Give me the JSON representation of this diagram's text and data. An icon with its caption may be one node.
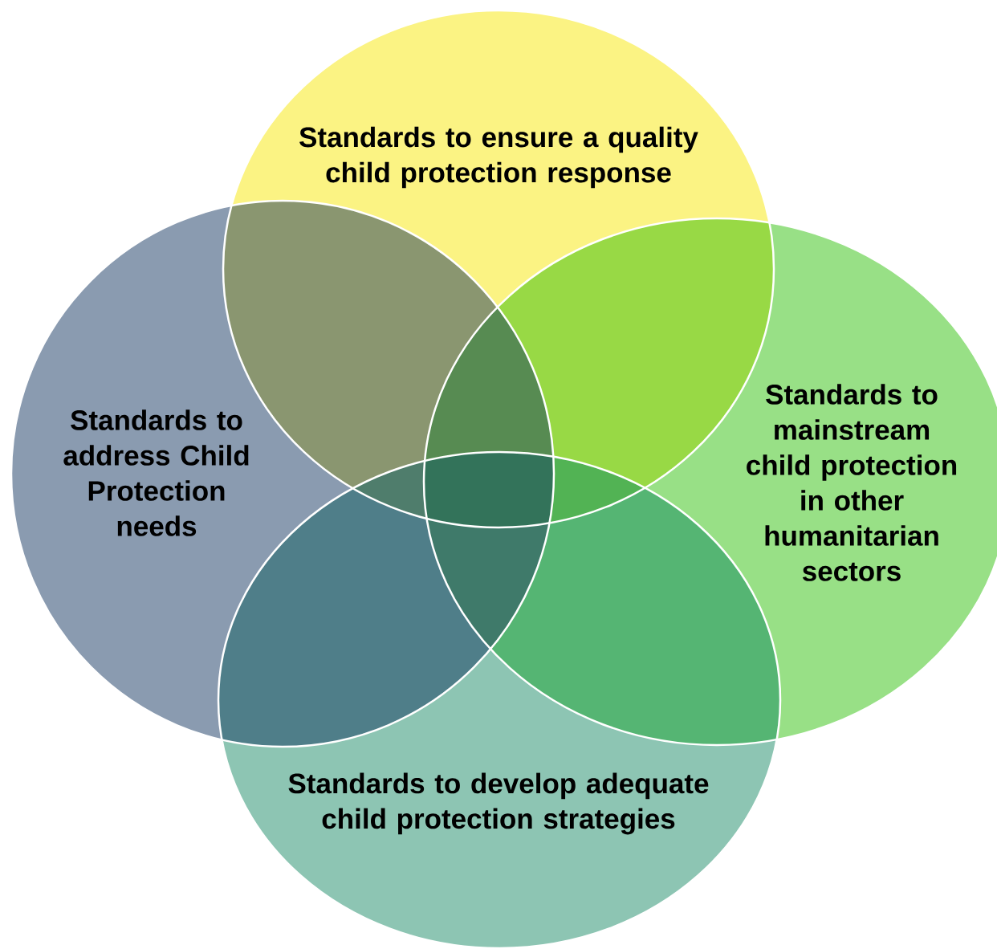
{
  "diagram": {
    "nodes": [
      {
        "text": [
          "Standards to ensure a quality child protection response"
        ]
      },
      {
        "text": [
          "Standards to mainstream child protection in other humanitarian sectors"
        ]
      },
      {
        "text": [
          "Standards to address Child Protection needs"
        ]
      },
      {
        "text": [
          "Standards to develop adequate child protection strategies"
        ]
      }
    ]
  }
}
